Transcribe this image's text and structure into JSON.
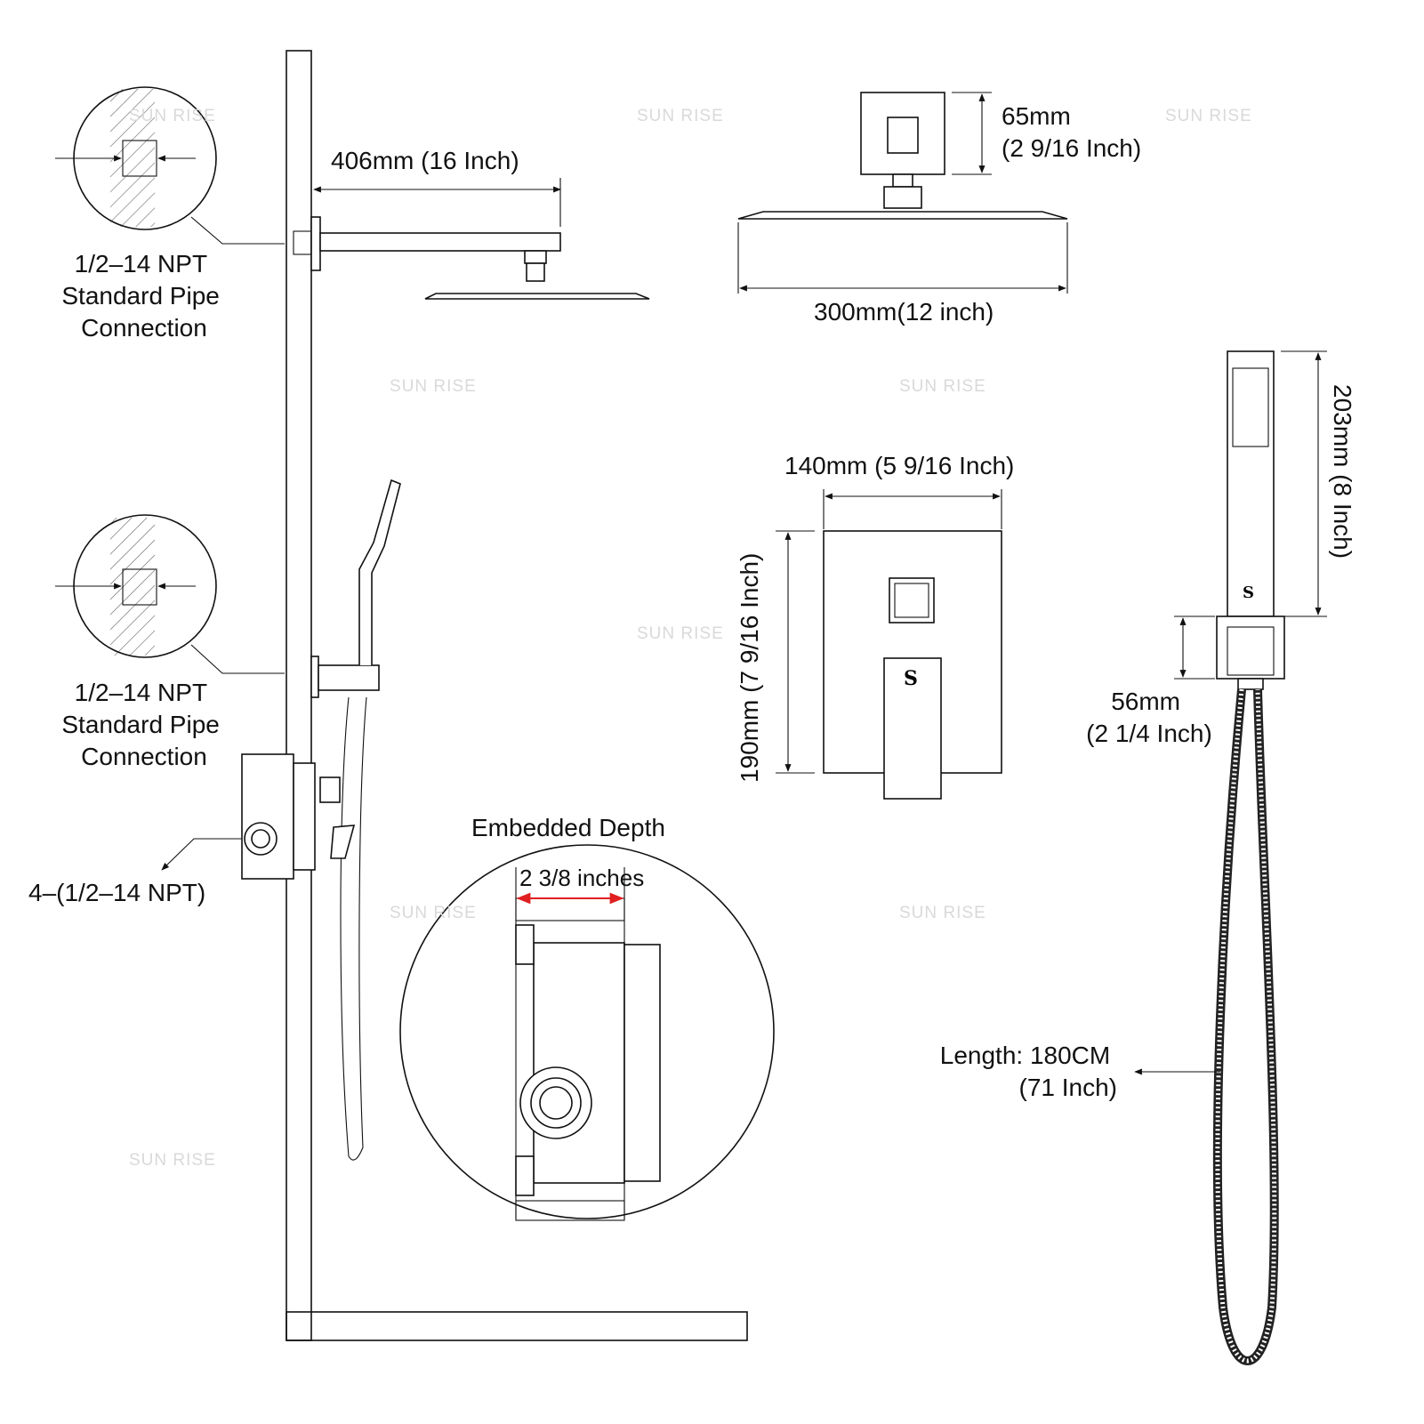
{
  "watermark": {
    "brand": "SUN RISE",
    "color": "#d9d9d9"
  },
  "labels": {
    "arm_length": "406mm (16 Inch)",
    "pipe_top": [
      "1/2–14 NPT",
      "Standard Pipe",
      "Connection"
    ],
    "pipe_mid": [
      "1/2–14 NPT",
      "Standard Pipe",
      "Connection"
    ],
    "valve_ports": "4–(1/2–14 NPT)",
    "head_height": [
      "65mm",
      "(2 9/16 Inch)"
    ],
    "head_width": "300mm(12 inch)",
    "trim_width": "140mm (5 9/16 Inch)",
    "trim_height": "190mm (7 9/16 Inch)",
    "embedded_title": "Embedded Depth",
    "embedded_value": "2 3/8 inches",
    "handheld_length": "203mm (8 Inch)",
    "holder_height": [
      "56mm",
      "(2 1/4 Inch)"
    ],
    "hose_length": [
      "Length: 180CM",
      "(71 Inch)"
    ]
  },
  "colors": {
    "line": "#111111",
    "dimension_accent": "#e02020"
  }
}
